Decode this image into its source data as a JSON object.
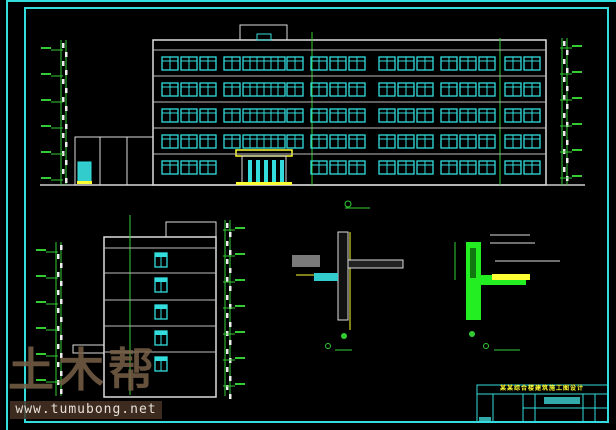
{
  "drawing": {
    "colors": {
      "background": "#000000",
      "frame": "#33dddd",
      "window": "#33dddd",
      "outline": "#dddddd",
      "dimension": "#33cc33",
      "entrance": "#ffff33",
      "hatch": "#22ee22"
    },
    "title_block": {
      "project_title": "某某综合楼建筑施工图设计"
    }
  },
  "watermark": {
    "logo_text": "土木帮",
    "url": "www.tumubong.net"
  }
}
